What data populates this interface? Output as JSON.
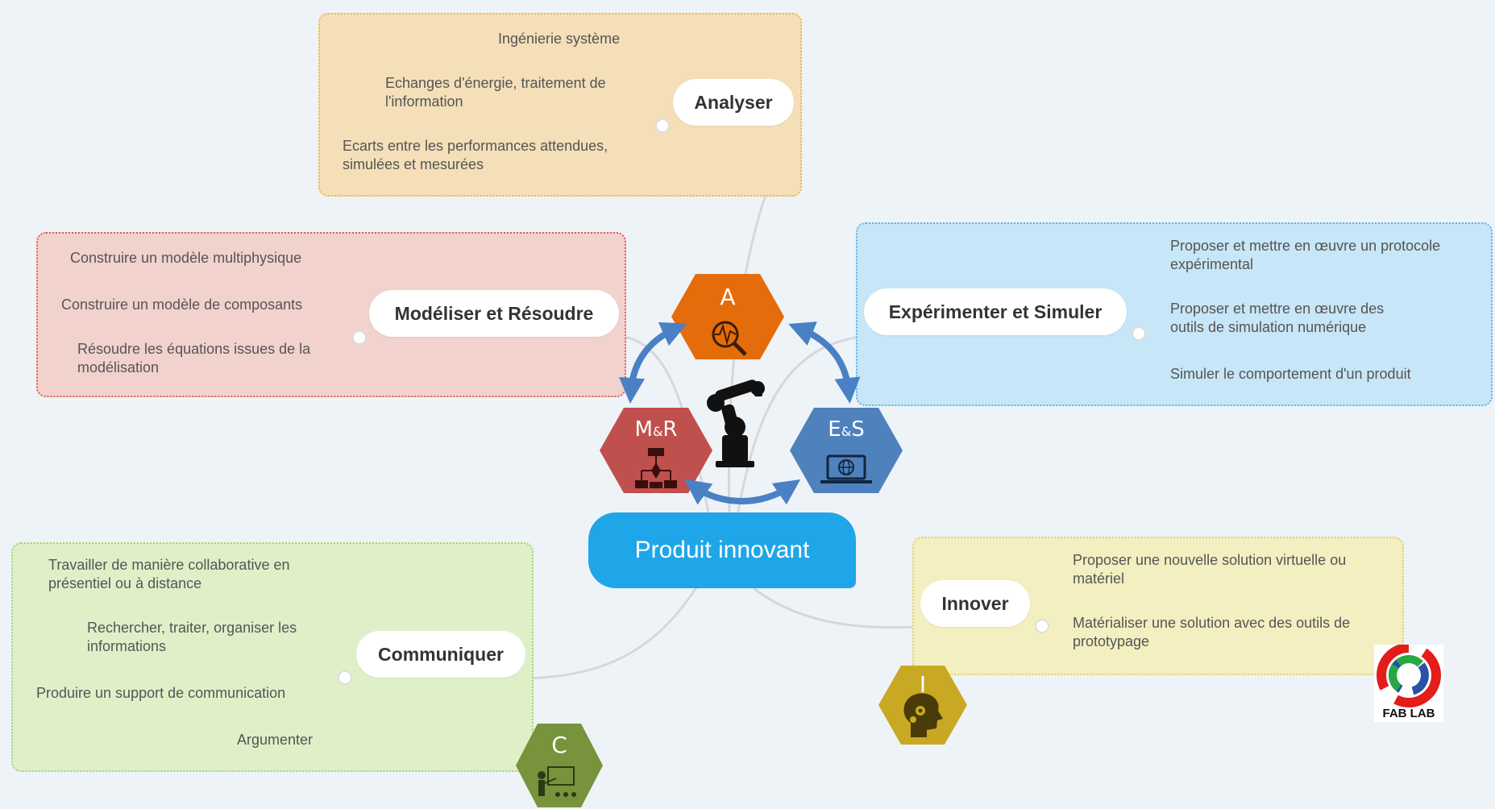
{
  "central": {
    "label": "Produit innovant"
  },
  "branches": {
    "analyser": {
      "title": "Analyser",
      "items": [
        "Ingénierie système",
        "Echanges d'énergie, traitement de l'information",
        "Ecarts entre les performances attendues, simulées et mesurées"
      ]
    },
    "modeliser": {
      "title": "Modéliser et Résoudre",
      "items": [
        "Construire un modèle multiphysique",
        "Construire un modèle de composants",
        "Résoudre les équations issues de la modélisation"
      ]
    },
    "experimenter": {
      "title": "Expérimenter et Simuler",
      "items": [
        "Proposer et mettre en œuvre un protocole expérimental",
        "Proposer et mettre en œuvre des outils de simulation numérique",
        "Simuler le comportement d'un produit"
      ]
    },
    "communiquer": {
      "title": "Communiquer",
      "items": [
        "Travailler de manière collaborative en présentiel ou à distance",
        "Rechercher, traiter, organiser les informations",
        "Produire un support de communication",
        "Argumenter"
      ]
    },
    "innover": {
      "title": "Innover",
      "items": [
        "Proposer une nouvelle solution virtuelle ou matériel",
        "Matérialiser une solution avec des outils de prototypage"
      ]
    }
  },
  "hexagons": {
    "a": {
      "letter": "A",
      "icon": "magnifier-waveform-icon"
    },
    "mr": {
      "letter1": "M",
      "small": "&",
      "letter2": "R",
      "icon": "flowchart-icon"
    },
    "es": {
      "letter1": "E",
      "small": "&",
      "letter2": "S",
      "icon": "laptop-globe-icon"
    },
    "c": {
      "letter": "C",
      "icon": "teacher-board-icon"
    },
    "i": {
      "letter": "I",
      "icon": "head-gears-icon"
    }
  },
  "logo": {
    "text": "FAB LAB"
  },
  "colors": {
    "analyser_bg": "#f4dfb8",
    "analyser_border": "#e8b95c",
    "modeliser_bg": "#f2d2cd",
    "modeliser_border": "#d9615a",
    "experimenter_bg": "#c7e6f7",
    "experimenter_border": "#5bb6e8",
    "communiquer_bg": "#dff0c8",
    "communiquer_border": "#a9d27a",
    "innover_bg": "#f3efc0",
    "innover_border": "#ddd27a",
    "central": "#1fa6e8",
    "hex_a": "#e46c0a",
    "hex_mr": "#c0504d",
    "hex_es": "#4f81bd",
    "hex_c": "#77933c",
    "hex_i": "#c9a923",
    "arrows": "#4a80c4"
  }
}
